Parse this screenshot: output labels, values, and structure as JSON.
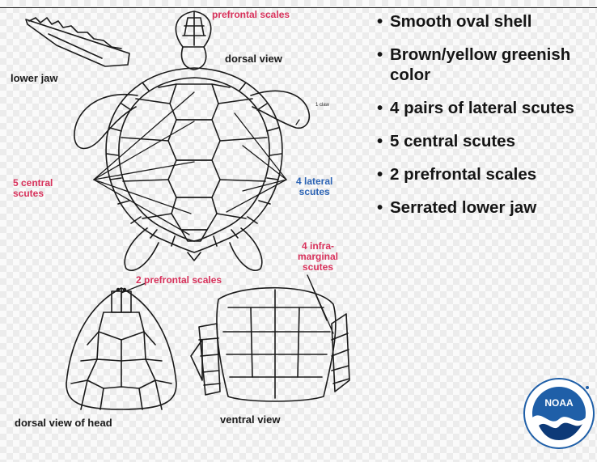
{
  "labels": {
    "lower_jaw": "lower jaw",
    "prefrontal_top": "prefrontal scales",
    "dorsal_view": "dorsal view",
    "claw": "1 claw",
    "central_scutes": "5 central\nscutes",
    "lateral_scutes": "4 lateral\nscutes",
    "inframarginal": "4 infra-\nmarginal\nscutes",
    "prefrontal_bottom": "2 prefrontal scales",
    "dorsal_head": "dorsal view of head",
    "ventral_view": "ventral view"
  },
  "bullets": [
    "Smooth oval shell",
    "Brown/yellow greenish color",
    "4 pairs of lateral scutes",
    "5 central scutes",
    "2 prefrontal scales",
    "Serrated lower jaw"
  ],
  "bullet_symbol": "•",
  "logo": {
    "name": "noaa-logo",
    "text": "NOAA",
    "colors": {
      "blue": "#1f5fa8",
      "navy": "#0d3a78",
      "white": "#ffffff"
    }
  },
  "colors": {
    "red_label": "#d8315b",
    "blue_label": "#2b63b5",
    "ink": "#1a1a1a"
  }
}
